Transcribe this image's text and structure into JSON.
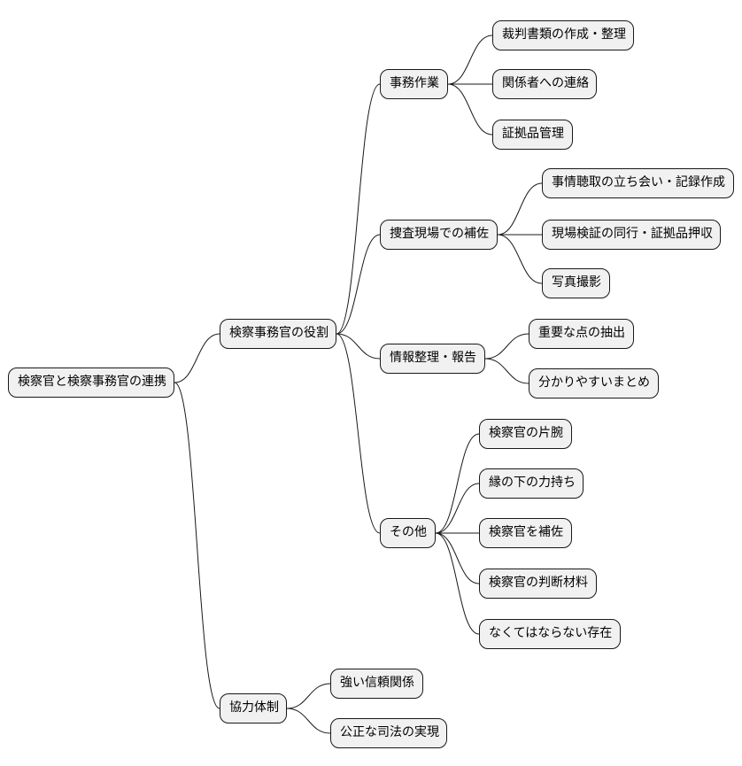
{
  "mindmap": {
    "root": {
      "label": "検察官と検察事務官の連携",
      "children": [
        {
          "label": "検察事務官の役割",
          "children": [
            {
              "label": "事務作業",
              "children": [
                {
                  "label": "裁判書類の作成・整理"
                },
                {
                  "label": "関係者への連絡"
                },
                {
                  "label": "証拠品管理"
                }
              ]
            },
            {
              "label": "捜査現場での補佐",
              "children": [
                {
                  "label": "事情聴取の立ち会い・記録作成"
                },
                {
                  "label": "現場検証の同行・証拠品押収"
                },
                {
                  "label": "写真撮影"
                }
              ]
            },
            {
              "label": "情報整理・報告",
              "children": [
                {
                  "label": "重要な点の抽出"
                },
                {
                  "label": "分かりやすいまとめ"
                }
              ]
            },
            {
              "label": "その他",
              "children": [
                {
                  "label": "検察官の片腕"
                },
                {
                  "label": "縁の下の力持ち"
                },
                {
                  "label": "検察官を補佐"
                },
                {
                  "label": "検察官の判断材料"
                },
                {
                  "label": "なくてはならない存在"
                }
              ]
            }
          ]
        },
        {
          "label": "協力体制",
          "children": [
            {
              "label": "強い信頼関係"
            },
            {
              "label": "公正な司法の実現"
            }
          ]
        }
      ]
    }
  },
  "colors": {
    "node_fill": "#f1f1f1",
    "node_border": "#181818",
    "edge": "#181818",
    "text": "#000000"
  }
}
